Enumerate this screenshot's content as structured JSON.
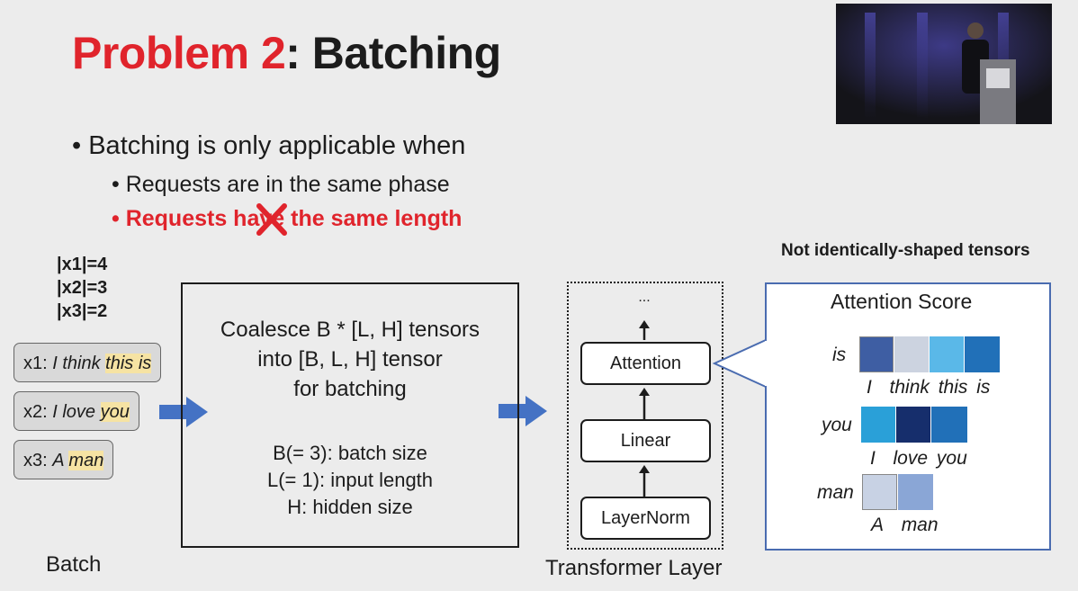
{
  "title": {
    "highlight": "Problem 2",
    "rest": ": Batching"
  },
  "bullets": {
    "main": "Batching is only applicable when",
    "sub1": "Requests are in the same phase",
    "sub2_pre": "Requests ha",
    "sub2_struck": "ve",
    "sub2_post": " the same length"
  },
  "lengths": [
    "|x1|=4",
    "|x2|=3",
    "|x3|=2"
  ],
  "inputs": [
    {
      "prefix": "x1: ",
      "plain": "I think ",
      "highlight": "this is"
    },
    {
      "prefix": "x2: ",
      "plain": "I love ",
      "highlight": "you"
    },
    {
      "prefix": "x3: ",
      "plain": "A ",
      "highlight": "man"
    }
  ],
  "batch_label": "Batch",
  "coalesce": {
    "line1": "Coalesce B * [L, H] tensors",
    "line2": "into [B, L, H] tensor",
    "line3": "for batching",
    "def1": "B(= 3): batch size",
    "def2": "L(= 1): input length",
    "def3": "H: hidden size"
  },
  "transformer": {
    "ellipsis": "...",
    "layers": [
      "Attention",
      "Linear",
      "LayerNorm"
    ],
    "label": "Transformer Layer"
  },
  "callout_heading": "Not identically-shaped tensors",
  "attention": {
    "title": "Attention Score",
    "rows": [
      {
        "query": "is",
        "tokens": [
          "I",
          "think",
          "this",
          "is"
        ],
        "colors": [
          "#3e5ea3",
          "#ccd3e0",
          "#5ab8e8",
          "#2170b8"
        ]
      },
      {
        "query": "you",
        "tokens": [
          "I",
          "love",
          "you"
        ],
        "colors": [
          "#2aa0d8",
          "#162e6c",
          "#2170b8"
        ]
      },
      {
        "query": "man",
        "tokens": [
          "A",
          "man"
        ],
        "colors": [
          "#c8d2e4",
          "#8aa6d6"
        ]
      }
    ]
  }
}
